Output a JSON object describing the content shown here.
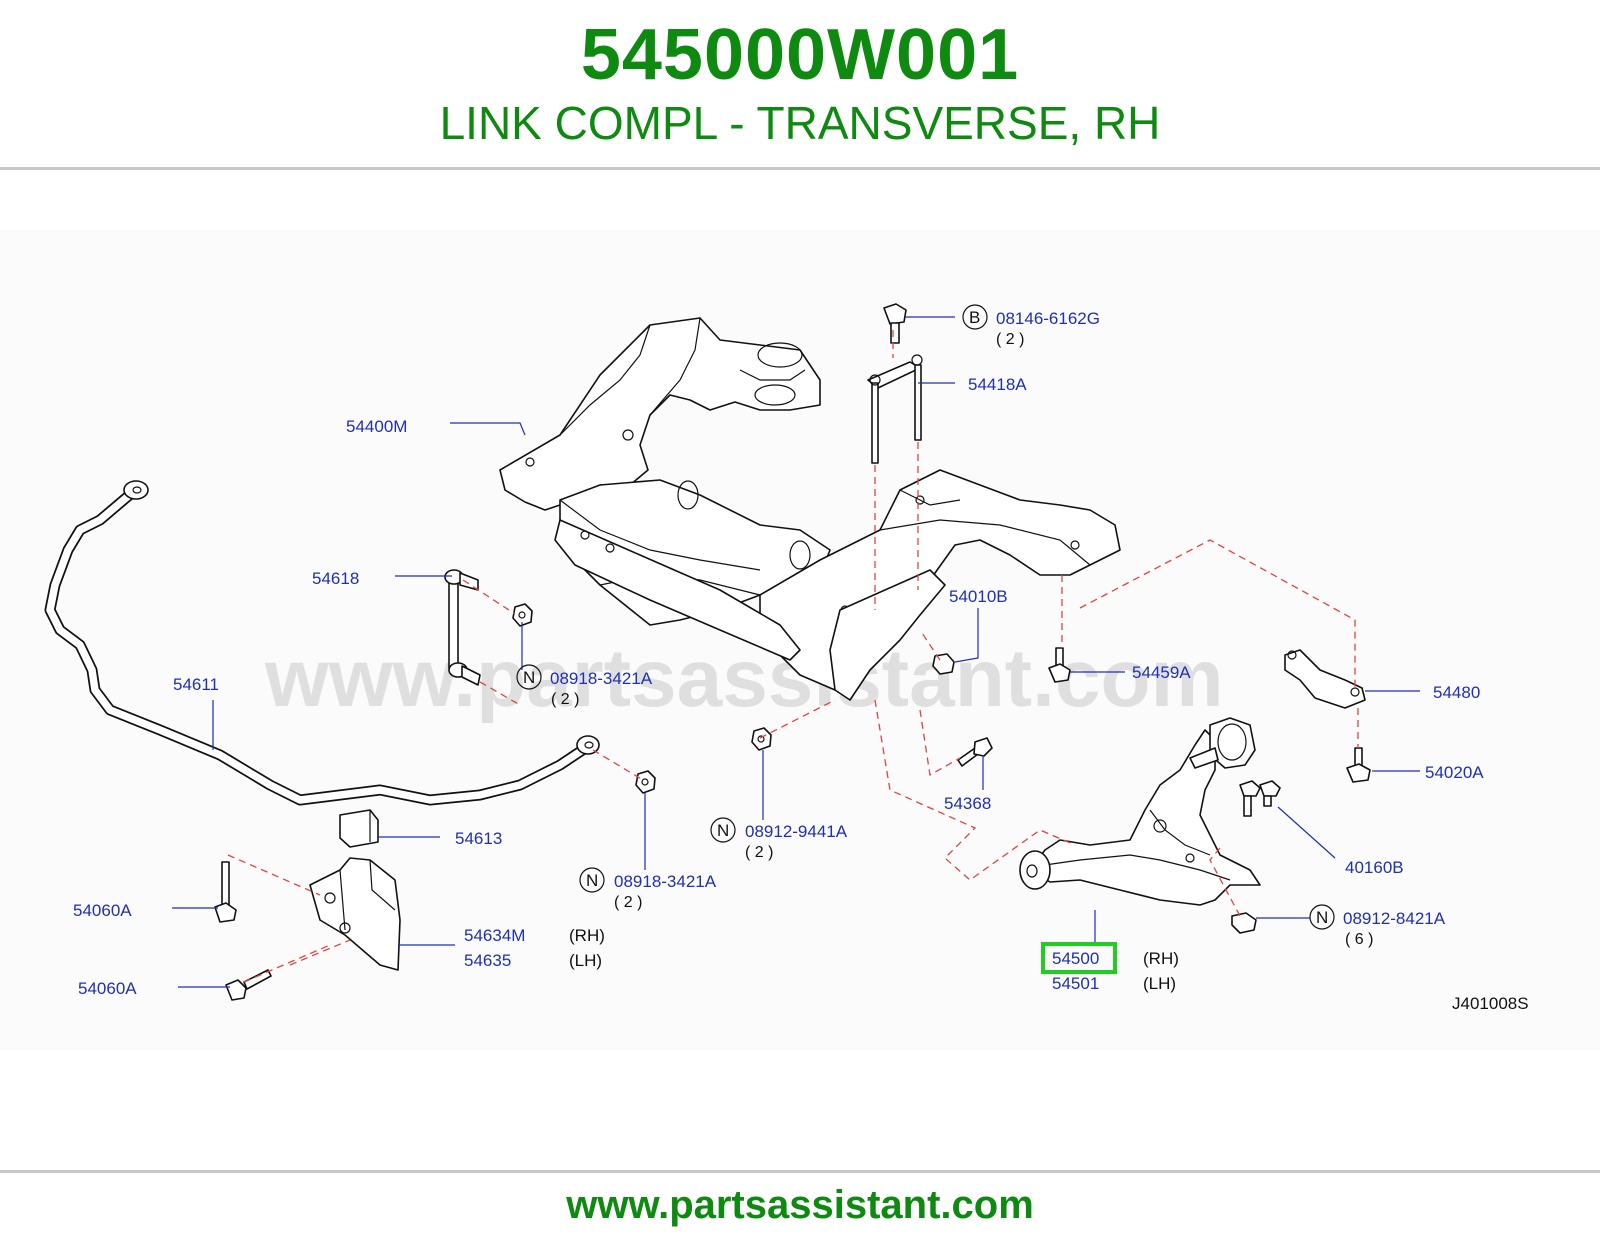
{
  "header": {
    "part_number": "545000W001",
    "part_name": "LINK COMPL - TRANSVERSE, RH"
  },
  "footer": {
    "url": "www.partsassistant.com"
  },
  "watermark": "www.partsassistant.com",
  "diagram": {
    "code": "J401008S",
    "highlight_color": "#22cc22",
    "labels": {
      "p08146": "08146-6162G",
      "p08146_qty": "( 2 )",
      "p08146_prefix": "B",
      "p54418A": "54418A",
      "p54400M": "54400M",
      "p54618": "54618",
      "p08918a": "08918-3421A",
      "p08918a_qty": "( 2 )",
      "p08918a_prefix": "N",
      "p54010B": "54010B",
      "p54459A": "54459A",
      "p54480": "54480",
      "p54611": "54611",
      "p54020A": "54020A",
      "p08912_9441": "08912-9441A",
      "p08912_9441_qty": "( 2 )",
      "p08912_9441_prefix": "N",
      "p54368": "54368",
      "p54613": "54613",
      "p40160B": "40160B",
      "p08918b": "08918-3421A",
      "p08918b_qty": "( 2 )",
      "p08918b_prefix": "N",
      "p54060A_1": "54060A",
      "p54060A_2": "54060A",
      "p08912_8421": "08912-8421A",
      "p08912_8421_qty": "( 6 )",
      "p08912_8421_prefix": "N",
      "p54634M": "54634M",
      "p54634M_side": "(RH)",
      "p54635": "54635",
      "p54635_side": "(LH)",
      "p54500": "54500",
      "p54500_side": "(RH)",
      "p54501": "54501",
      "p54501_side": "(LH)"
    }
  }
}
